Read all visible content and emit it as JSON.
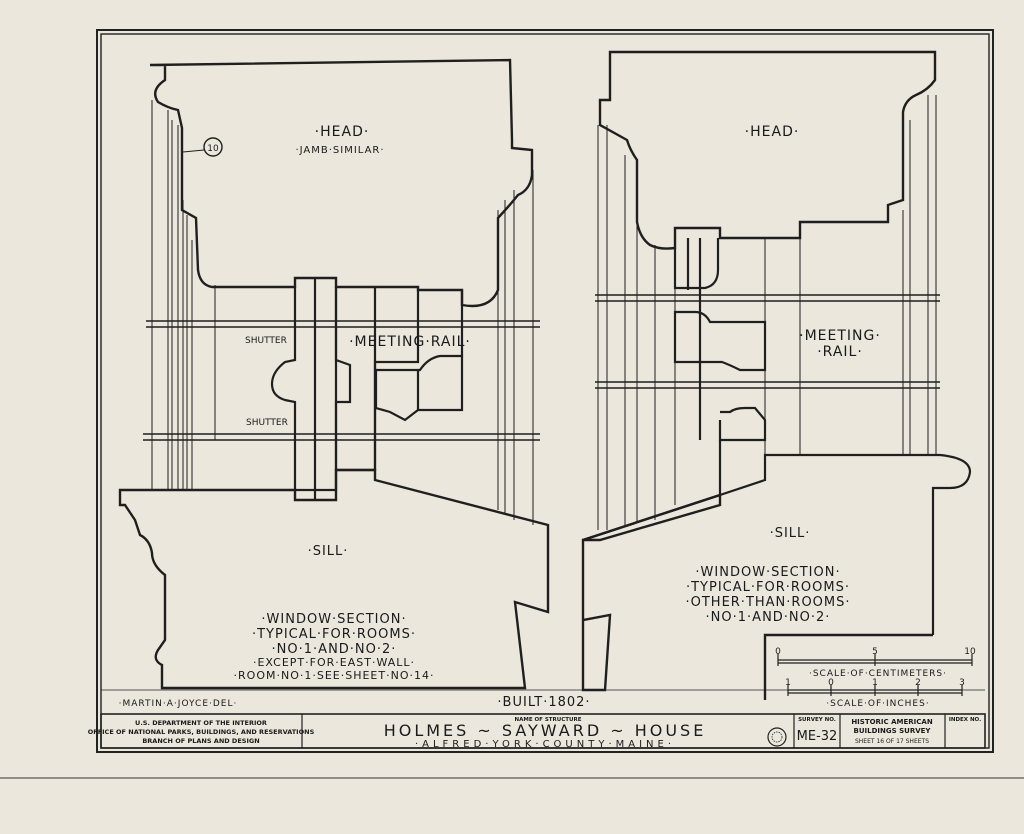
{
  "left_section": {
    "head_label": "·HEAD·",
    "head_sub": "·JAMB·SIMILAR·",
    "detail_no": "10",
    "shutter_top": "SHUTTER",
    "shutter_bottom": "SHUTTER",
    "meeting_rail": "·MEETING·RAIL·",
    "sill_label": "·SILL·",
    "note_lines": [
      "·WINDOW·SECTION·",
      "·TYPICAL·FOR·ROOMS·",
      "·NO·1·AND·NO·2·",
      "·EXCEPT·FOR·EAST·WALL·",
      "·ROOM·NO·1·SEE·SHEET·NO·14·"
    ]
  },
  "right_section": {
    "head_label": "·HEAD·",
    "meeting": "·MEETING·",
    "rail": "·RAIL·",
    "sill_label": "·SILL·",
    "note_lines": [
      "·WINDOW·SECTION·",
      "·TYPICAL·FOR·ROOMS·",
      "·OTHER·THAN·ROOMS·",
      "·NO·1·AND·NO·2·"
    ]
  },
  "scales": {
    "cm_ticks": [
      "0",
      "5",
      "10"
    ],
    "cm_label": "·SCALE·OF·CENTIMETERS·",
    "in_ticks": [
      "1",
      "0",
      "1",
      "2",
      "3"
    ],
    "in_label": "·SCALE·OF·INCHES·"
  },
  "delineator": "·MARTIN·A·JOYCE·DEL·",
  "built": "·BUILT·1802·",
  "title_block": {
    "agency_lines": [
      "U.S. DEPARTMENT OF THE INTERIOR",
      "OFFICE OF NATIONAL PARKS, BUILDINGS, AND RESERVATIONS",
      "BRANCH OF PLANS AND DESIGN"
    ],
    "name_caption": "NAME OF STRUCTURE",
    "structure_name": "HOLMES ~ SAYWARD ~ HOUSE",
    "location": "·ALFRED·YORK·COUNTY·MAINE·",
    "survey_caption": "SURVEY NO.",
    "survey_no": "ME-32",
    "habs_lines": [
      "HISTORIC AMERICAN",
      "BUILDINGS SURVEY"
    ],
    "sheet_line": "SHEET 16 OF 17 SHEETS",
    "index_caption": "INDEX NO."
  },
  "colors": {
    "paper": "#ece7dd",
    "ink": "#1f1f1f"
  }
}
